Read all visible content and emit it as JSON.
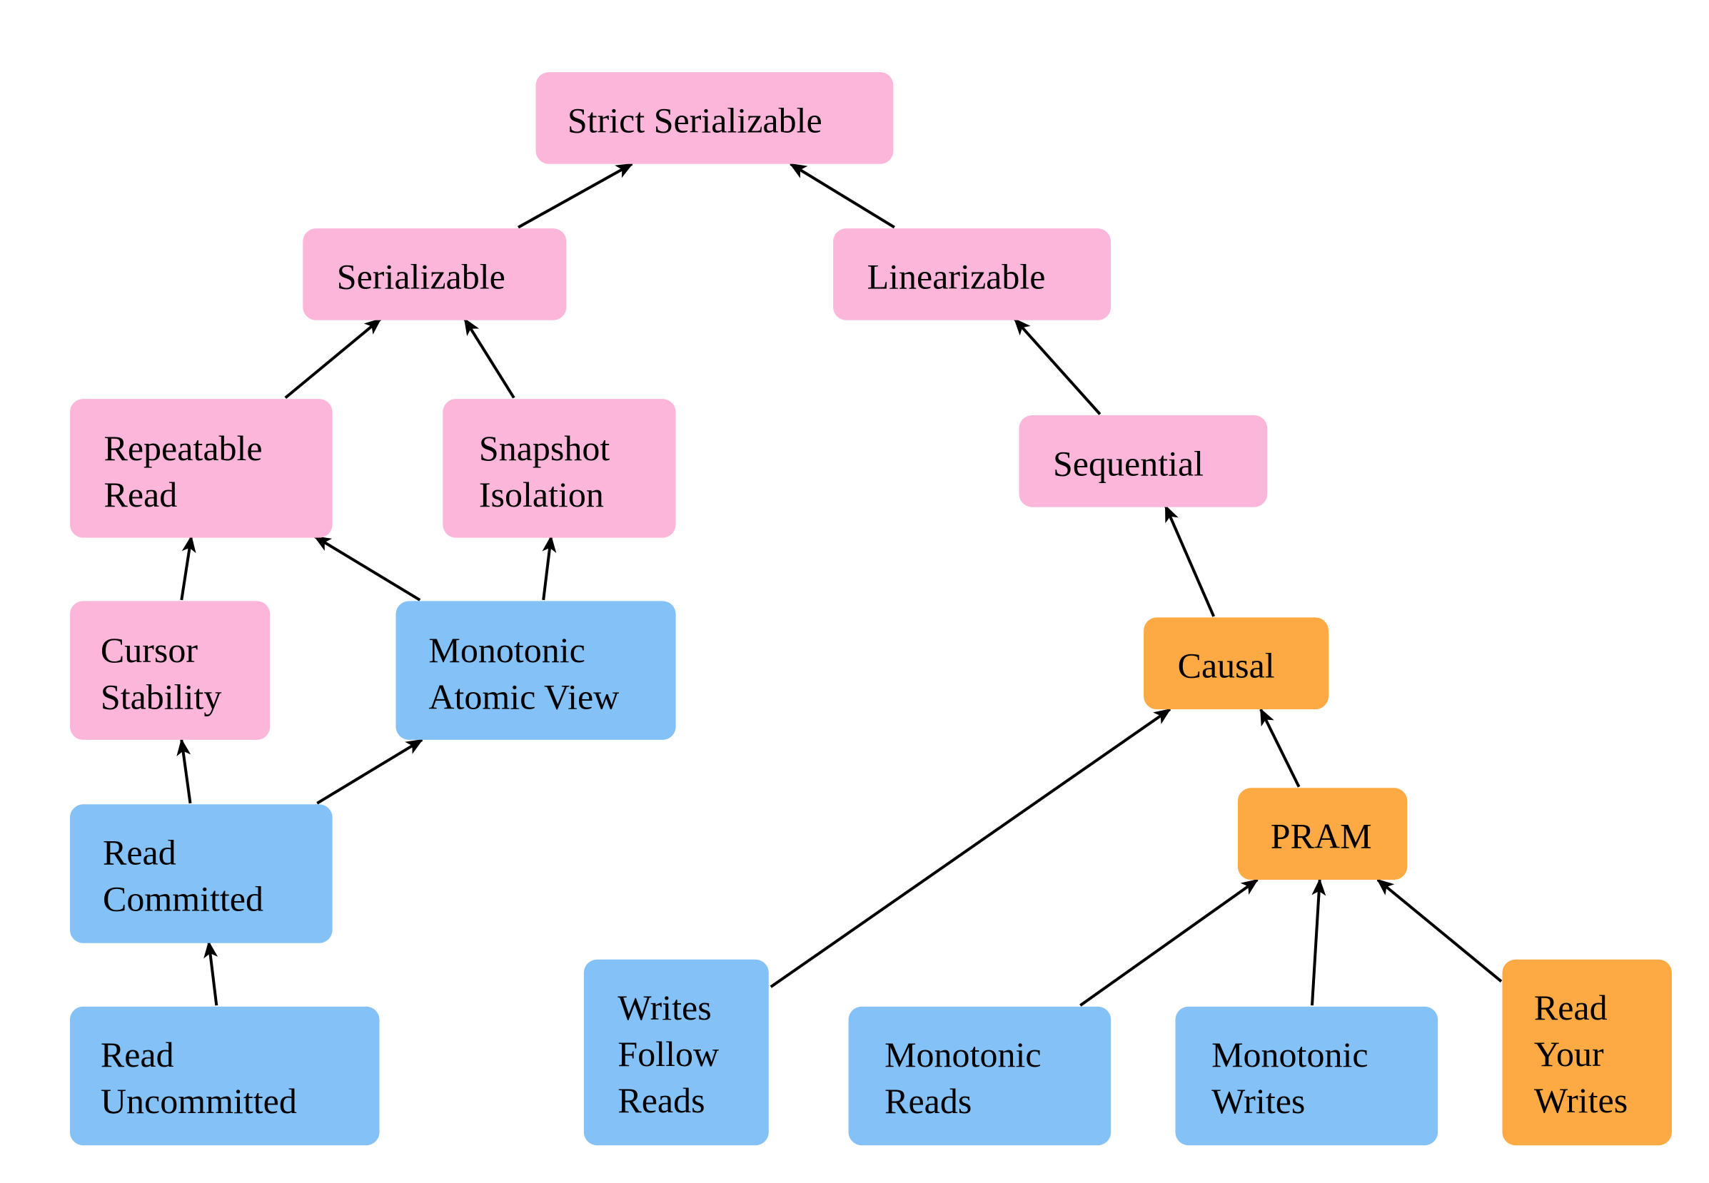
{
  "diagram": {
    "nodes": [
      {
        "id": "strict-serializable",
        "lines": [
          "Strict Serializable"
        ],
        "color": "pink"
      },
      {
        "id": "serializable",
        "lines": [
          "Serializable"
        ],
        "color": "pink"
      },
      {
        "id": "linearizable",
        "lines": [
          "Linearizable"
        ],
        "color": "pink"
      },
      {
        "id": "repeatable-read",
        "lines": [
          "Repeatable",
          "Read"
        ],
        "color": "pink"
      },
      {
        "id": "snapshot-isolation",
        "lines": [
          "Snapshot",
          "Isolation"
        ],
        "color": "pink"
      },
      {
        "id": "sequential",
        "lines": [
          "Sequential"
        ],
        "color": "pink"
      },
      {
        "id": "cursor-stability",
        "lines": [
          "Cursor",
          "Stability"
        ],
        "color": "pink"
      },
      {
        "id": "monotonic-atomic-view",
        "lines": [
          "Monotonic",
          "Atomic View"
        ],
        "color": "blue"
      },
      {
        "id": "causal",
        "lines": [
          "Causal"
        ],
        "color": "orange"
      },
      {
        "id": "read-committed",
        "lines": [
          "Read",
          "Committed"
        ],
        "color": "blue"
      },
      {
        "id": "pram",
        "lines": [
          "PRAM"
        ],
        "color": "orange"
      },
      {
        "id": "read-uncommitted",
        "lines": [
          "Read",
          "Uncommitted"
        ],
        "color": "blue"
      },
      {
        "id": "writes-follow-reads",
        "lines": [
          "Writes",
          "Follow",
          "Reads"
        ],
        "color": "blue"
      },
      {
        "id": "monotonic-reads",
        "lines": [
          "Monotonic",
          "Reads"
        ],
        "color": "blue"
      },
      {
        "id": "monotonic-writes",
        "lines": [
          "Monotonic",
          "Writes"
        ],
        "color": "blue"
      },
      {
        "id": "read-your-writes",
        "lines": [
          "Read",
          "Your",
          "Writes"
        ],
        "color": "orange"
      }
    ],
    "edges": [
      {
        "from": "serializable",
        "to": "strict-serializable"
      },
      {
        "from": "linearizable",
        "to": "strict-serializable"
      },
      {
        "from": "repeatable-read",
        "to": "serializable"
      },
      {
        "from": "snapshot-isolation",
        "to": "serializable"
      },
      {
        "from": "sequential",
        "to": "linearizable"
      },
      {
        "from": "cursor-stability",
        "to": "repeatable-read"
      },
      {
        "from": "monotonic-atomic-view",
        "to": "repeatable-read"
      },
      {
        "from": "monotonic-atomic-view",
        "to": "snapshot-isolation"
      },
      {
        "from": "causal",
        "to": "sequential"
      },
      {
        "from": "read-committed",
        "to": "cursor-stability"
      },
      {
        "from": "read-committed",
        "to": "monotonic-atomic-view"
      },
      {
        "from": "read-uncommitted",
        "to": "read-committed"
      },
      {
        "from": "pram",
        "to": "causal"
      },
      {
        "from": "writes-follow-reads",
        "to": "causal"
      },
      {
        "from": "monotonic-reads",
        "to": "pram"
      },
      {
        "from": "monotonic-writes",
        "to": "pram"
      },
      {
        "from": "read-your-writes",
        "to": "pram"
      }
    ]
  }
}
